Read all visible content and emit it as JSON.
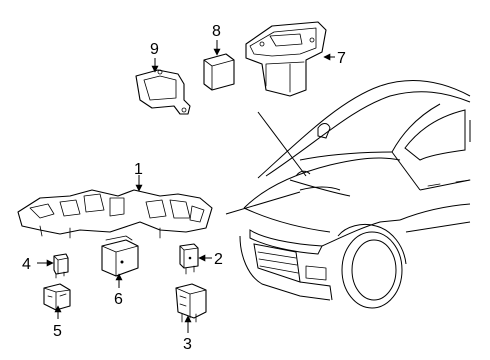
{
  "callouts": [
    {
      "id": "1",
      "label": "1"
    },
    {
      "id": "2",
      "label": "2"
    },
    {
      "id": "3",
      "label": "3"
    },
    {
      "id": "4",
      "label": "4"
    },
    {
      "id": "5",
      "label": "5"
    },
    {
      "id": "6",
      "label": "6"
    },
    {
      "id": "7",
      "label": "7"
    },
    {
      "id": "8",
      "label": "8"
    },
    {
      "id": "9",
      "label": "9"
    }
  ],
  "colors": {
    "stroke": "#000000",
    "background": "#ffffff"
  }
}
